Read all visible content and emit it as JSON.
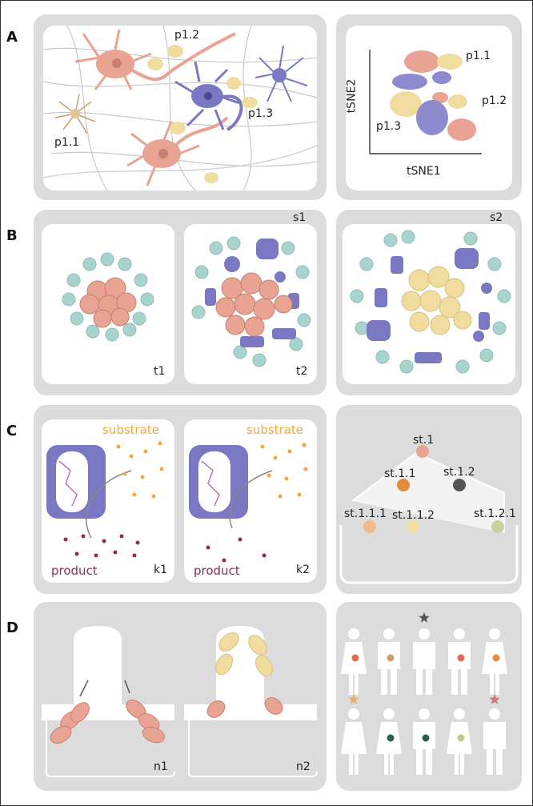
{
  "panels": {
    "A": {
      "letter": "A",
      "labels": {
        "p12": "p1.2",
        "p13": "p1.3",
        "p11": "p1.1"
      },
      "tsne": {
        "ylabel": "tSNE2",
        "xlabel": "tSNE1",
        "labels": {
          "p11": "p1.1",
          "p12": "p1.2",
          "p13": "p1.3"
        }
      }
    },
    "B": {
      "letter": "B",
      "s1": "s1",
      "s2": "s2",
      "t1": "t1",
      "t2": "t2"
    },
    "C": {
      "letter": "C",
      "substrate": "substrate",
      "product": "product",
      "k1": "k1",
      "k2": "k2",
      "tree": {
        "root": "st.1",
        "n11": "st.1.1",
        "n12": "st.1.2",
        "n111": "st.1.1.1",
        "n112": "st.1.1.2",
        "n121": "st.1.2.1"
      }
    },
    "D": {
      "letter": "D",
      "n1": "n1",
      "n2": "n2"
    }
  },
  "colors": {
    "pink": "#e8a393",
    "yellow": "#f1dca0",
    "purple": "#7b78c3",
    "teal": "#a9d3cf",
    "orange": "#f2a83a",
    "maroon": "#8b2d5a",
    "panel": "#dcdcdc"
  }
}
